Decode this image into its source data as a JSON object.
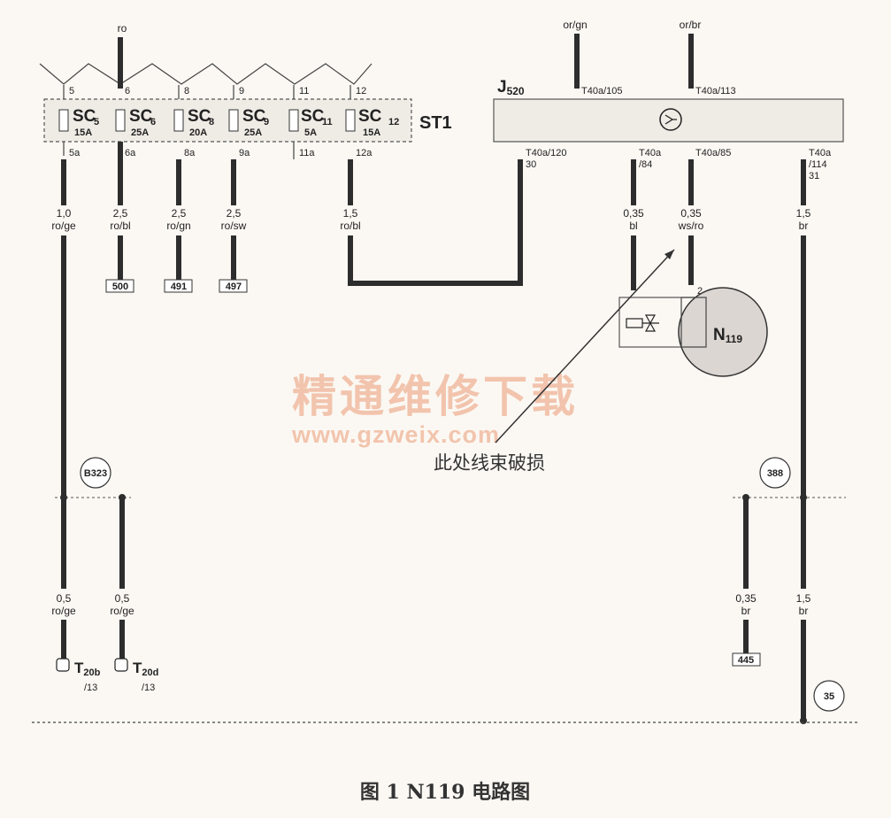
{
  "top_wires": [
    {
      "label": "ro"
    },
    {
      "label": "or/gn"
    },
    {
      "label": "or/br"
    }
  ],
  "st1": {
    "name": "ST1",
    "fuses": [
      {
        "pin": "5",
        "name": "SC",
        "sub": "5",
        "amp": "15A",
        "out": "5a"
      },
      {
        "pin": "6",
        "name": "SC",
        "sub": "6",
        "amp": "25A",
        "out": "6a"
      },
      {
        "pin": "8",
        "name": "SC",
        "sub": "8",
        "amp": "20A",
        "out": "8a"
      },
      {
        "pin": "9",
        "name": "SC",
        "sub": "9",
        "amp": "25A",
        "out": "9a"
      },
      {
        "pin": "11",
        "name": "SC",
        "sub": "11",
        "amp": "5A",
        "out": "11a"
      },
      {
        "pin": "12",
        "name": "SC",
        "sub": "12",
        "amp": "15A",
        "out": "12a"
      }
    ]
  },
  "j520": {
    "name": "J",
    "sub": "520",
    "in_pins": [
      "T40a/105",
      "T40a/113"
    ],
    "out_pins": [
      {
        "l1": "T40a/120",
        "l2": "30"
      },
      {
        "l1": "T40a",
        "l2": "/84"
      },
      {
        "l1": "T40a/85",
        "l2": ""
      },
      {
        "l1": "T40a",
        "l2": "/114",
        "l3": "31"
      }
    ]
  },
  "wire_specs": [
    {
      "size": "1,0",
      "color": "ro/ge"
    },
    {
      "size": "2,5",
      "color": "ro/bl"
    },
    {
      "size": "2,5",
      "color": "ro/gn"
    },
    {
      "size": "2,5",
      "color": "ro/sw"
    },
    {
      "size": "1,5",
      "color": "ro/bl"
    },
    {
      "size": "0,35",
      "color": "bl"
    },
    {
      "size": "0,35",
      "color": "ws/ro"
    },
    {
      "size": "1,5",
      "color": "br"
    },
    {
      "size": "0,5",
      "color": "ro/ge"
    },
    {
      "size": "0,5",
      "color": "ro/ge"
    },
    {
      "size": "0,35",
      "color": "br"
    },
    {
      "size": "1,5",
      "color": "br"
    }
  ],
  "refs": [
    "500",
    "491",
    "497",
    "445"
  ],
  "valve": {
    "name": "N",
    "sub": "119",
    "pin2": "2"
  },
  "nodes": [
    "B323",
    "388",
    "35"
  ],
  "connectors": [
    {
      "name": "T",
      "sub": "20b",
      "pin": "/13"
    },
    {
      "name": "T",
      "sub": "20d",
      "pin": "/13"
    }
  ],
  "watermark": {
    "line1": "精通维修下载",
    "line2": "www.gzweix.com"
  },
  "annotation": "此处线束破损",
  "caption": "图 1  N119 电路图",
  "colors": {
    "background": "#fbf8f3",
    "wire": "#2d2d2d",
    "watermark": "#f2c4ad",
    "box_fill": "#efece6"
  }
}
